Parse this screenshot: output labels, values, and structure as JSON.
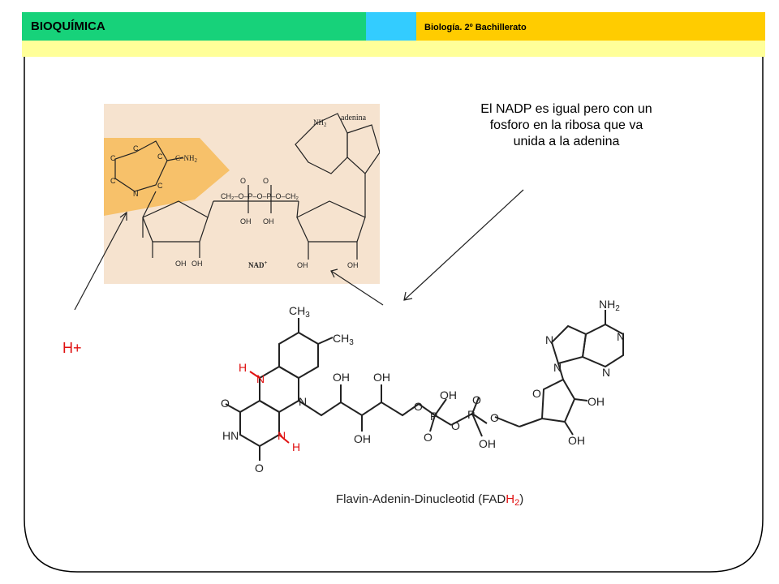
{
  "header": {
    "subject": "BIOQUÍMICA",
    "course": "Biología. 2º Bachillerato",
    "colors": {
      "green": "#17d27a",
      "cyan": "#33ccff",
      "orange": "#ffcc00",
      "strip": "#ffff99"
    }
  },
  "annotation": {
    "text": "El NADP es igual pero con un fosforo en la ribosa que va unida a la adenina",
    "hplus": "H+"
  },
  "nad_figure": {
    "label_adenina": "adenina",
    "label_nad": "NAD",
    "label_nad_sup": "+",
    "nh2": "NH",
    "nh2_sub": "2",
    "conh2": "C–NH",
    "conh2_sub": "2",
    "background": "#f6e3cf",
    "highlight": "#f7c16a"
  },
  "fad_figure": {
    "title_main": "Flavin-Adenin-Dinucleotid (FAD",
    "title_h": "H",
    "title_sub": "2",
    "title_end": ")",
    "ch3": "CH",
    "sub3": "3",
    "nh2": "NH",
    "sub2": "2",
    "oh": "OH",
    "hn": "HN",
    "red_h": "H",
    "red_n": "N",
    "highlight_color": "#e01010"
  }
}
